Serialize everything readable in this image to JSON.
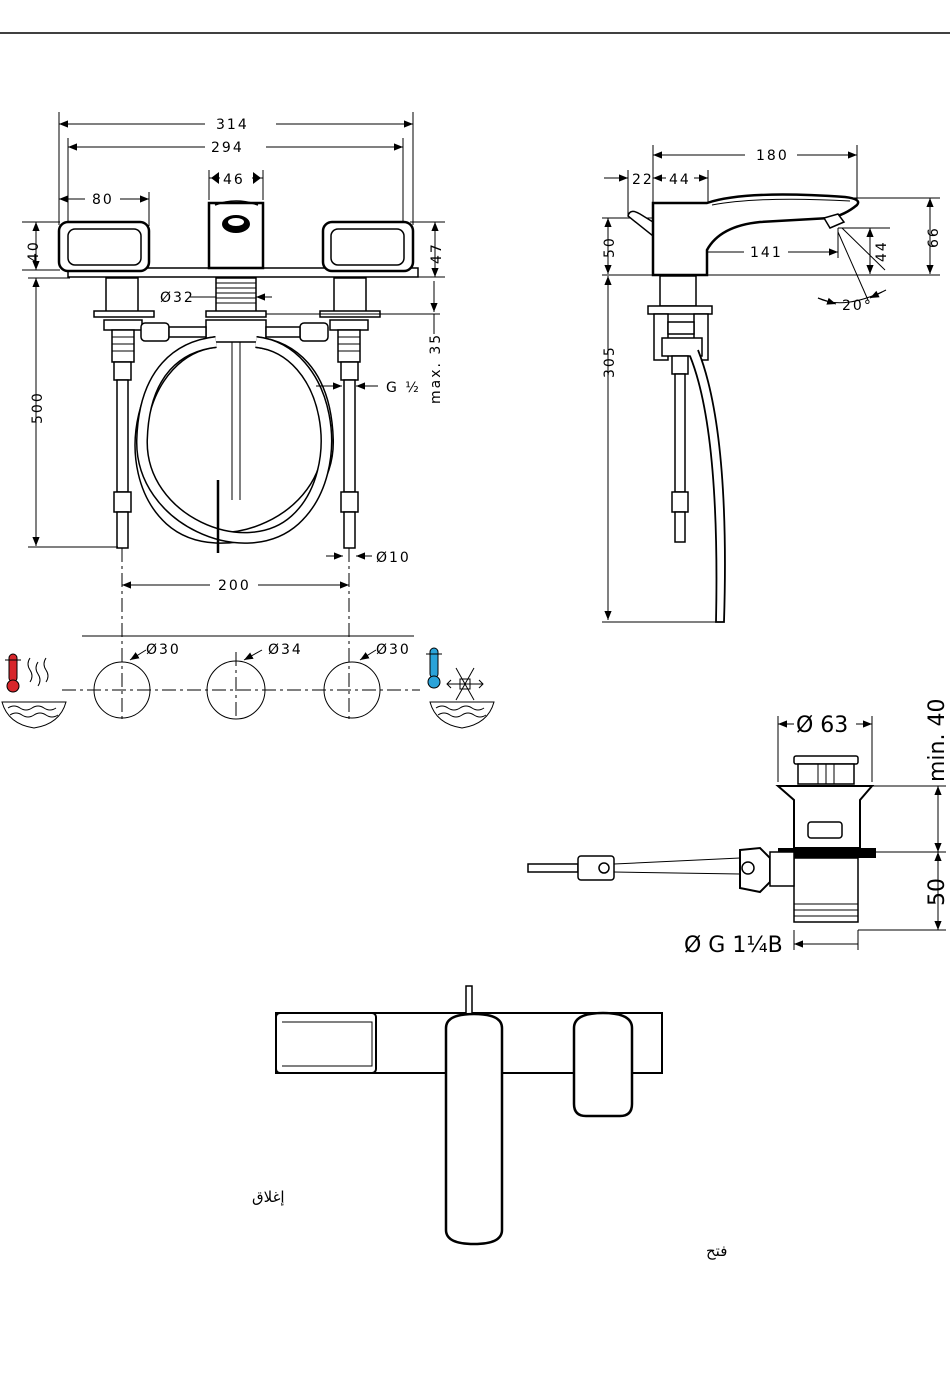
{
  "front_view": {
    "width_total": "314",
    "width_centers": "294",
    "handle_width": "80",
    "spout_width": "46",
    "handle_height_left": "40",
    "body_height": "47",
    "thread_diameter": "Ø32",
    "max_thickness": "max. 35",
    "connection_thread": "G ½",
    "hose_length": "500",
    "hose_diameter": "Ø10",
    "spacing": "200"
  },
  "holes": {
    "left_diameter": "Ø30",
    "center_diameter": "Ø34",
    "right_diameter": "Ø30"
  },
  "side_view": {
    "length_total": "180",
    "back_offset": "22",
    "body_depth": "44",
    "spout_reach": "141",
    "body_height": "50",
    "spout_outlet_height": "44",
    "total_height": "66",
    "angle": "20°",
    "hose_length": "305"
  },
  "waste": {
    "plug_diameter": "Ø 63",
    "min_height": "min. 40",
    "body_height": "50",
    "thread": "Ø G 1¼B"
  },
  "operation": {
    "close_label": "إغلاق",
    "open_label": "فتح"
  },
  "colors": {
    "hot": "#d7262b",
    "cold": "#2aa3d9"
  },
  "icons": {
    "hot": "thermometer-hot-water-icon",
    "cold": "thermometer-cold-water-icon"
  }
}
